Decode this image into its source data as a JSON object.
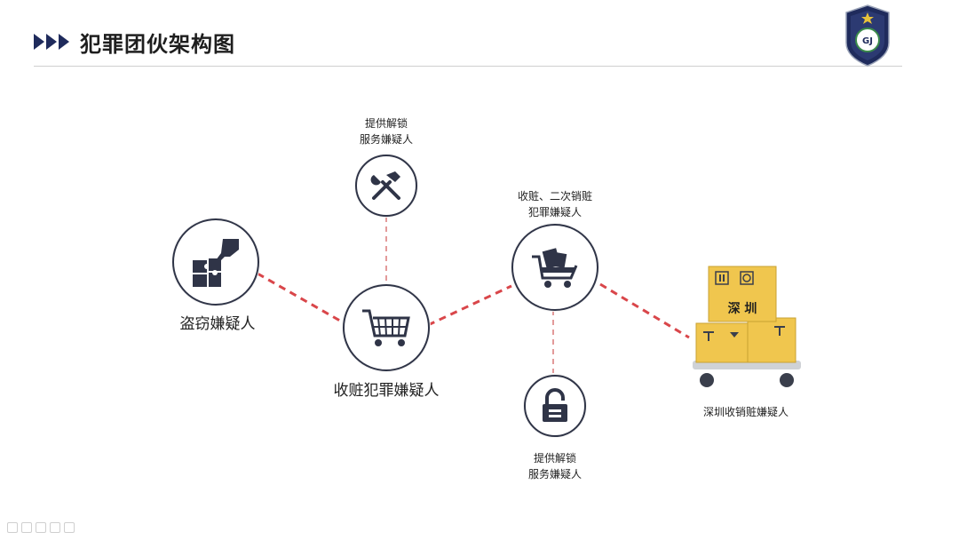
{
  "header": {
    "title": "犯罪团伙架构图",
    "badge_text": "GJ"
  },
  "colors": {
    "accent": "#1f2b5c",
    "link_line": "#d9464a",
    "circle_border": "#2f3447",
    "box": "#f0c64e"
  },
  "nodes": {
    "theft": {
      "label": "盗窃嫌疑人",
      "icon": "puzzle-hand-icon"
    },
    "receiver": {
      "label": "收赃犯罪嫌疑人",
      "icon": "shopping-cart-icon"
    },
    "unlock_top": {
      "label_line1": "提供解锁",
      "label_line2": "服务嫌疑人",
      "icon": "hammer-wrench-icon"
    },
    "resell": {
      "label_line1": "收赃、二次销赃",
      "label_line2": "犯罪嫌疑人",
      "icon": "cart-with-goods-icon"
    },
    "unlock_bottom": {
      "label_line1": "提供解锁",
      "label_line2": "服务嫌疑人",
      "icon": "padlock-icon"
    },
    "shenzhen": {
      "label": "深圳收销赃嫌疑人",
      "cart_text": "深 圳",
      "icon": "cart-with-boxes-icon"
    }
  }
}
